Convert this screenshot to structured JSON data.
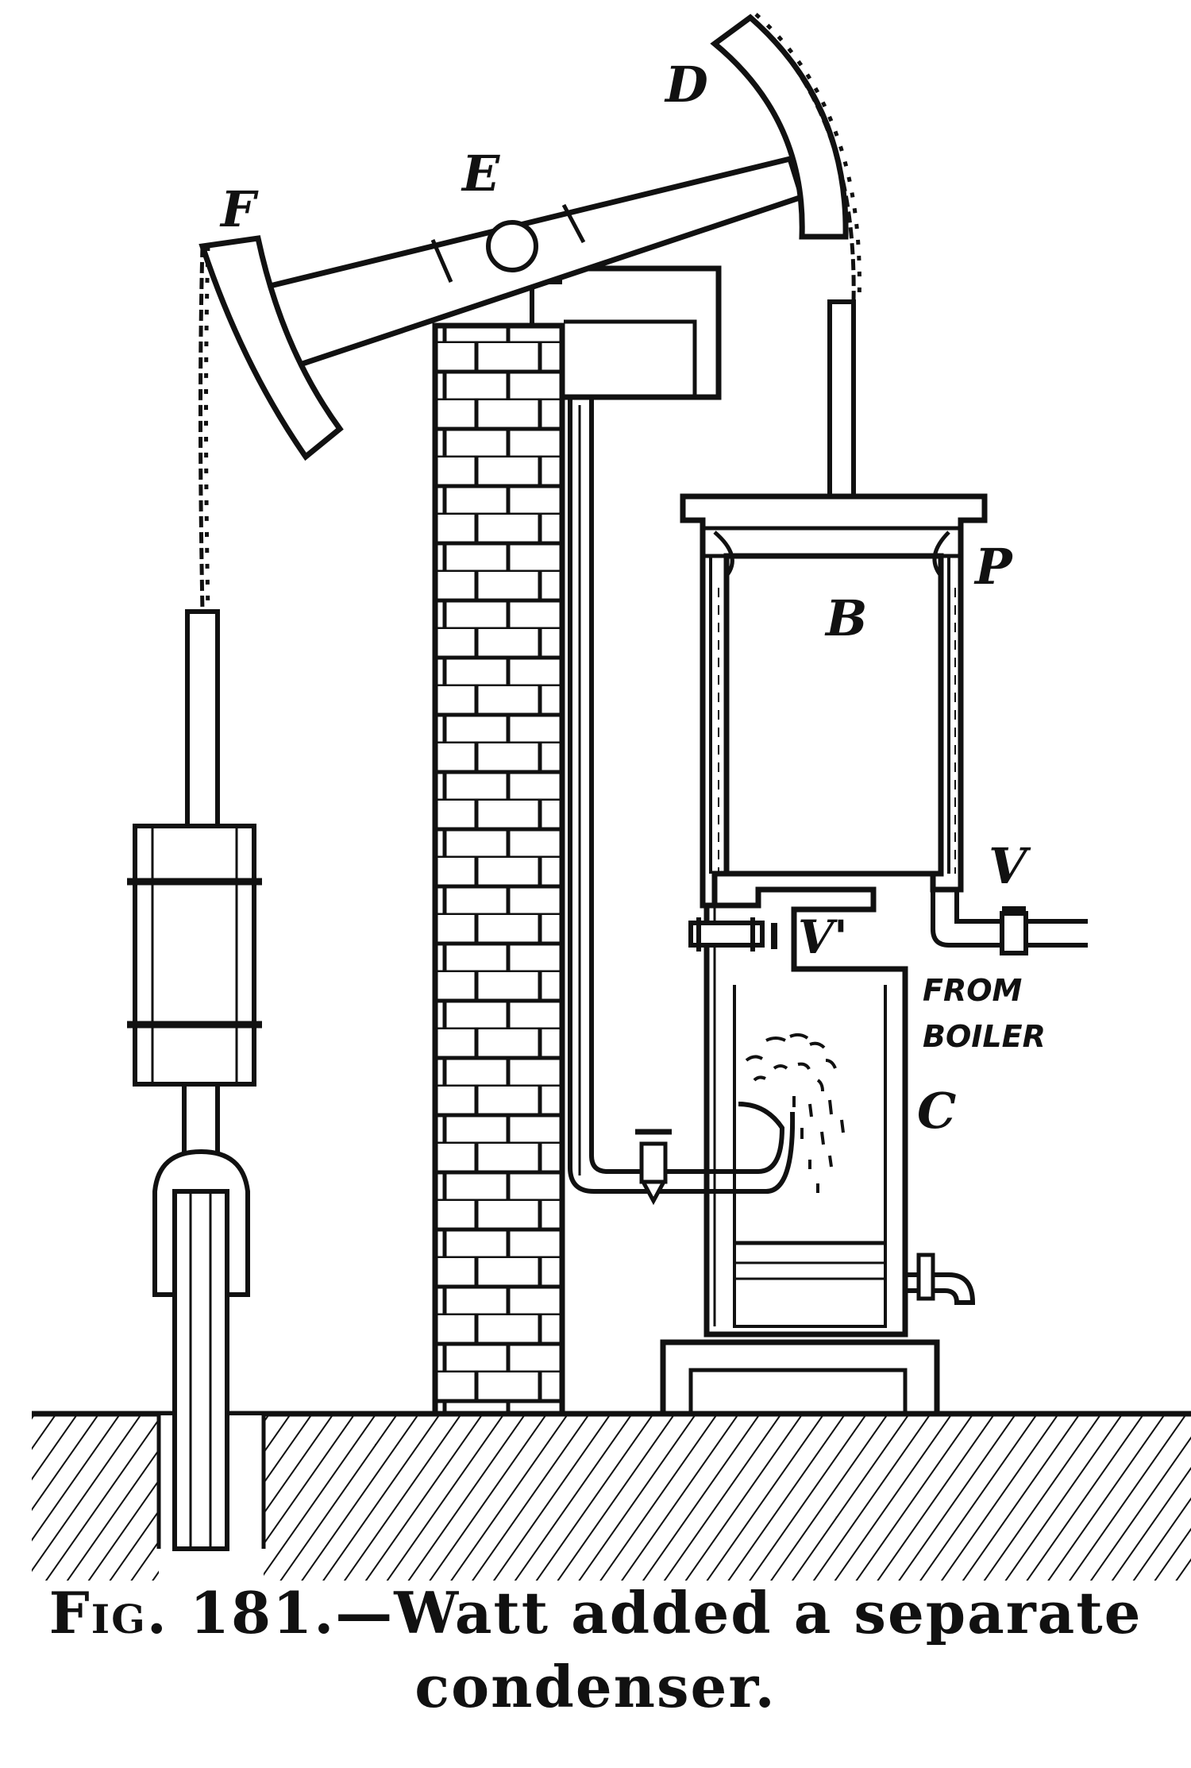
{
  "labels": {
    "F": "F",
    "E": "E",
    "D": "D",
    "B": "B",
    "P": "P",
    "V": "V",
    "V_prime": "V'",
    "C": "C",
    "from_boiler_1": "FROM",
    "from_boiler_2": "BOILER"
  },
  "caption": {
    "fig": "Fig. 181.",
    "dash": "—",
    "text_line1": "Watt added a separate",
    "text_line2": "condenser."
  },
  "colors": {
    "ink": "#111111",
    "paper": "#ffffff"
  }
}
